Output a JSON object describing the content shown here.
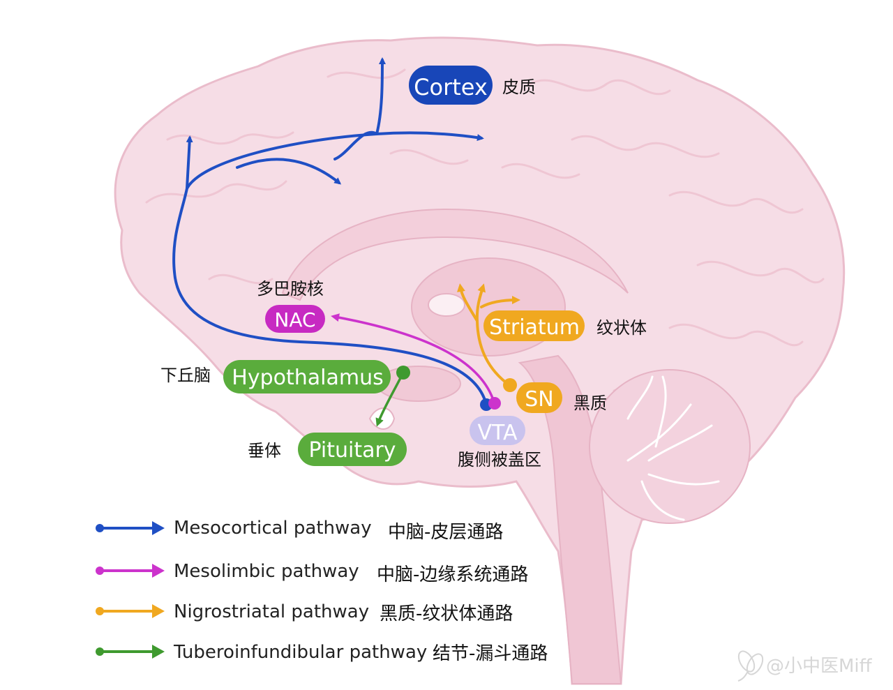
{
  "labels": {
    "cortex": {
      "en": "Cortex",
      "cn": "皮质"
    },
    "nac": {
      "en": "NAC",
      "cn": "多巴胺核"
    },
    "striatum": {
      "en": "Striatum",
      "cn": "纹状体"
    },
    "hypothalamus": {
      "en": "Hypothalamus",
      "cn": "下丘脑"
    },
    "sn": {
      "en": "SN",
      "cn": "黑质"
    },
    "vta": {
      "en": "VTA",
      "cn": "腹侧被盖区"
    },
    "pituitary": {
      "en": "Pituitary",
      "cn": "垂体"
    }
  },
  "legend": [
    {
      "en": "Mesocortical pathway",
      "cn": "中脑-皮层通路",
      "color": "#1f4fc4"
    },
    {
      "en": "Mesolimbic pathway",
      "cn": "中脑-边缘系统通路",
      "color": "#cc33cc"
    },
    {
      "en": "Nigrostriatal pathway",
      "cn": "黑质-纹状体通路",
      "color": "#f0a820"
    },
    {
      "en": "Tuberoinfundibular pathway",
      "cn": "结节-漏斗通路",
      "color": "#3f9a2f"
    }
  ],
  "colors": {
    "brain_fill": "#f6dde6",
    "brain_stroke": "#eabccb",
    "cortex_pill": "#1846b8",
    "nac_pill": "#c72ac2",
    "striatum_pill": "#f0a820",
    "sn_pill": "#f0a820",
    "vta_pill": "#c9c3ee",
    "hypothalamus_pill": "#5aac3c",
    "pituitary_pill": "#5aac3c"
  },
  "watermark": "@小中医Miff"
}
